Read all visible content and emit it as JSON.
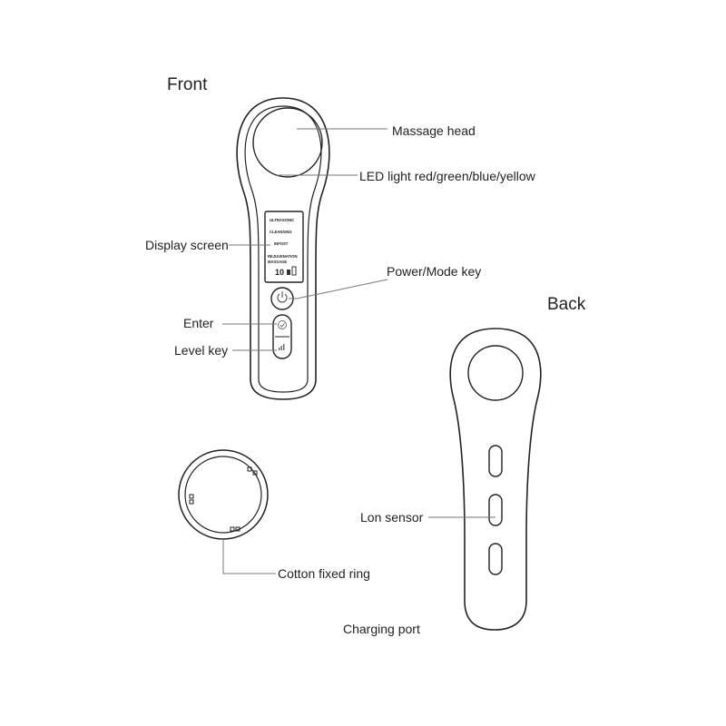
{
  "headings": {
    "front": "Front",
    "back": "Back"
  },
  "labels": {
    "massage_head": "Massage head",
    "led_light": "LED light red/green/blue/yellow",
    "display_screen": "Display screen",
    "power_mode_key": "Power/Mode key",
    "enter": "Enter",
    "level_key": "Level key",
    "cotton_ring": "Cotton fixed ring",
    "lon_sensor": "Lon sensor",
    "charging_port": "Charging port"
  },
  "screen": {
    "line1": "ULTRASONIC",
    "line2": "CLEANSING",
    "line3": "INFOST",
    "line4": "REJUVENATION",
    "line5": "MASSAGE",
    "readout": "10"
  },
  "icons": {
    "power": "power-icon",
    "enter": "check-circle-icon",
    "level": "signal-bars-icon"
  }
}
